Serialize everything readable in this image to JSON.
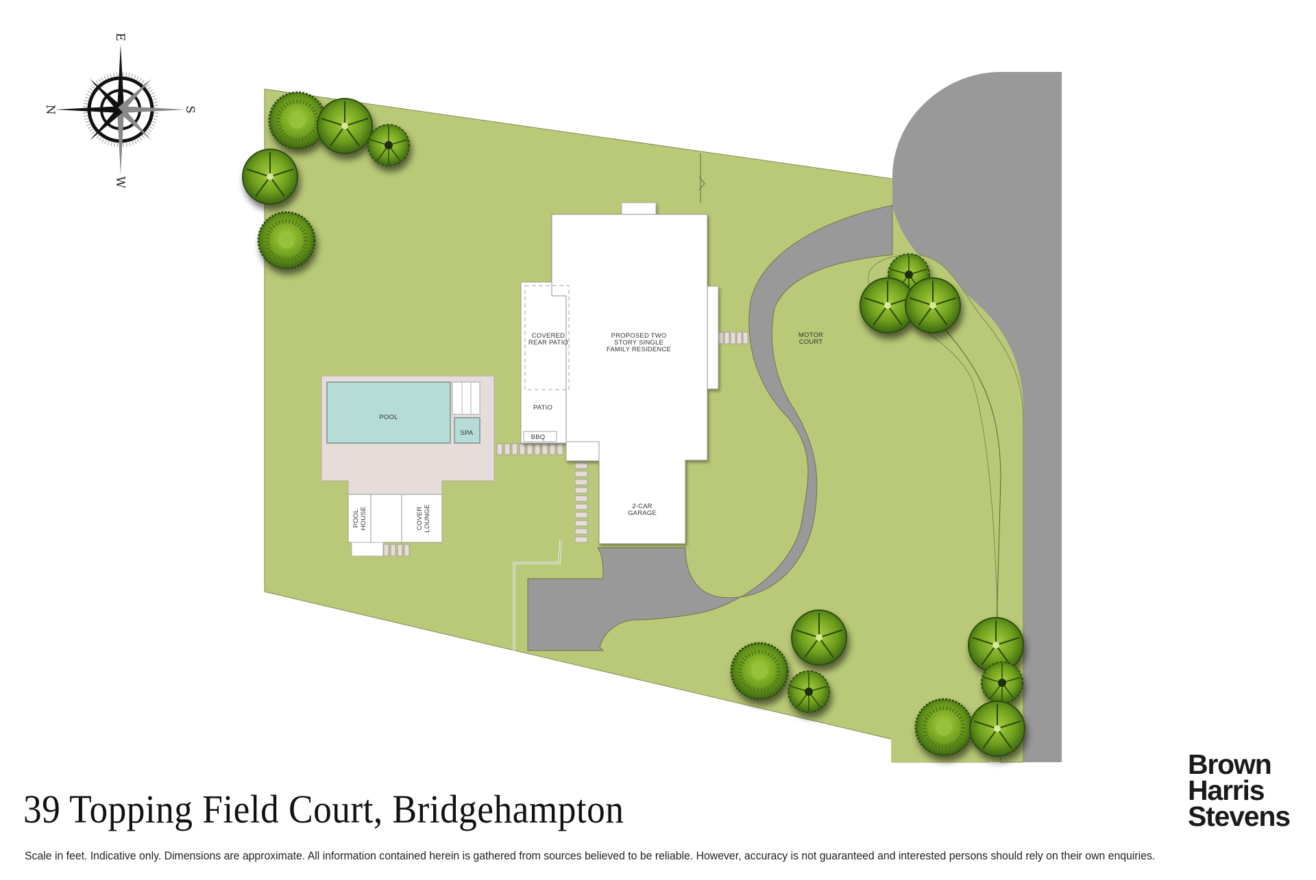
{
  "plan": {
    "title": "39 Topping Field Court, Bridgehampton",
    "disclaimer": "Scale in feet. Indicative only. Dimensions are approximate. All information contained herein is gathered from sources believed to be reliable. However, accuracy is not guaranteed and interested persons should rely on their own enquiries.",
    "brand": {
      "line1": "Brown",
      "line2": "Harris",
      "line3": "Stevens"
    },
    "compass": {
      "top": "E",
      "left": "N",
      "right": "S",
      "bottom": "W"
    },
    "labels": {
      "residence": [
        "PROPOSED TWO",
        "STORY SINGLE",
        "FAMILY RESIDENCE"
      ],
      "covered_patio": [
        "COVERED",
        "REAR PATIO"
      ],
      "patio": "PATIO",
      "bbq": "BBQ",
      "pool": "POOL",
      "spa": "SPA",
      "pool_house": [
        "POOL",
        "HOUSE"
      ],
      "cover_lounge": [
        "COVER",
        "LOUNGE"
      ],
      "garage": [
        "2-CAR",
        "GARAGE"
      ],
      "motor_court": [
        "MOTOR",
        "COURT"
      ]
    },
    "colors": {
      "lawn": "#b9c977",
      "pavement": "#999999",
      "pool_water": "#b6dcd8",
      "pool_deck": "#e6dcd9",
      "building": "#ffffff",
      "tree_dark": "#3f6b14",
      "tree_light": "#8ab52a"
    }
  }
}
